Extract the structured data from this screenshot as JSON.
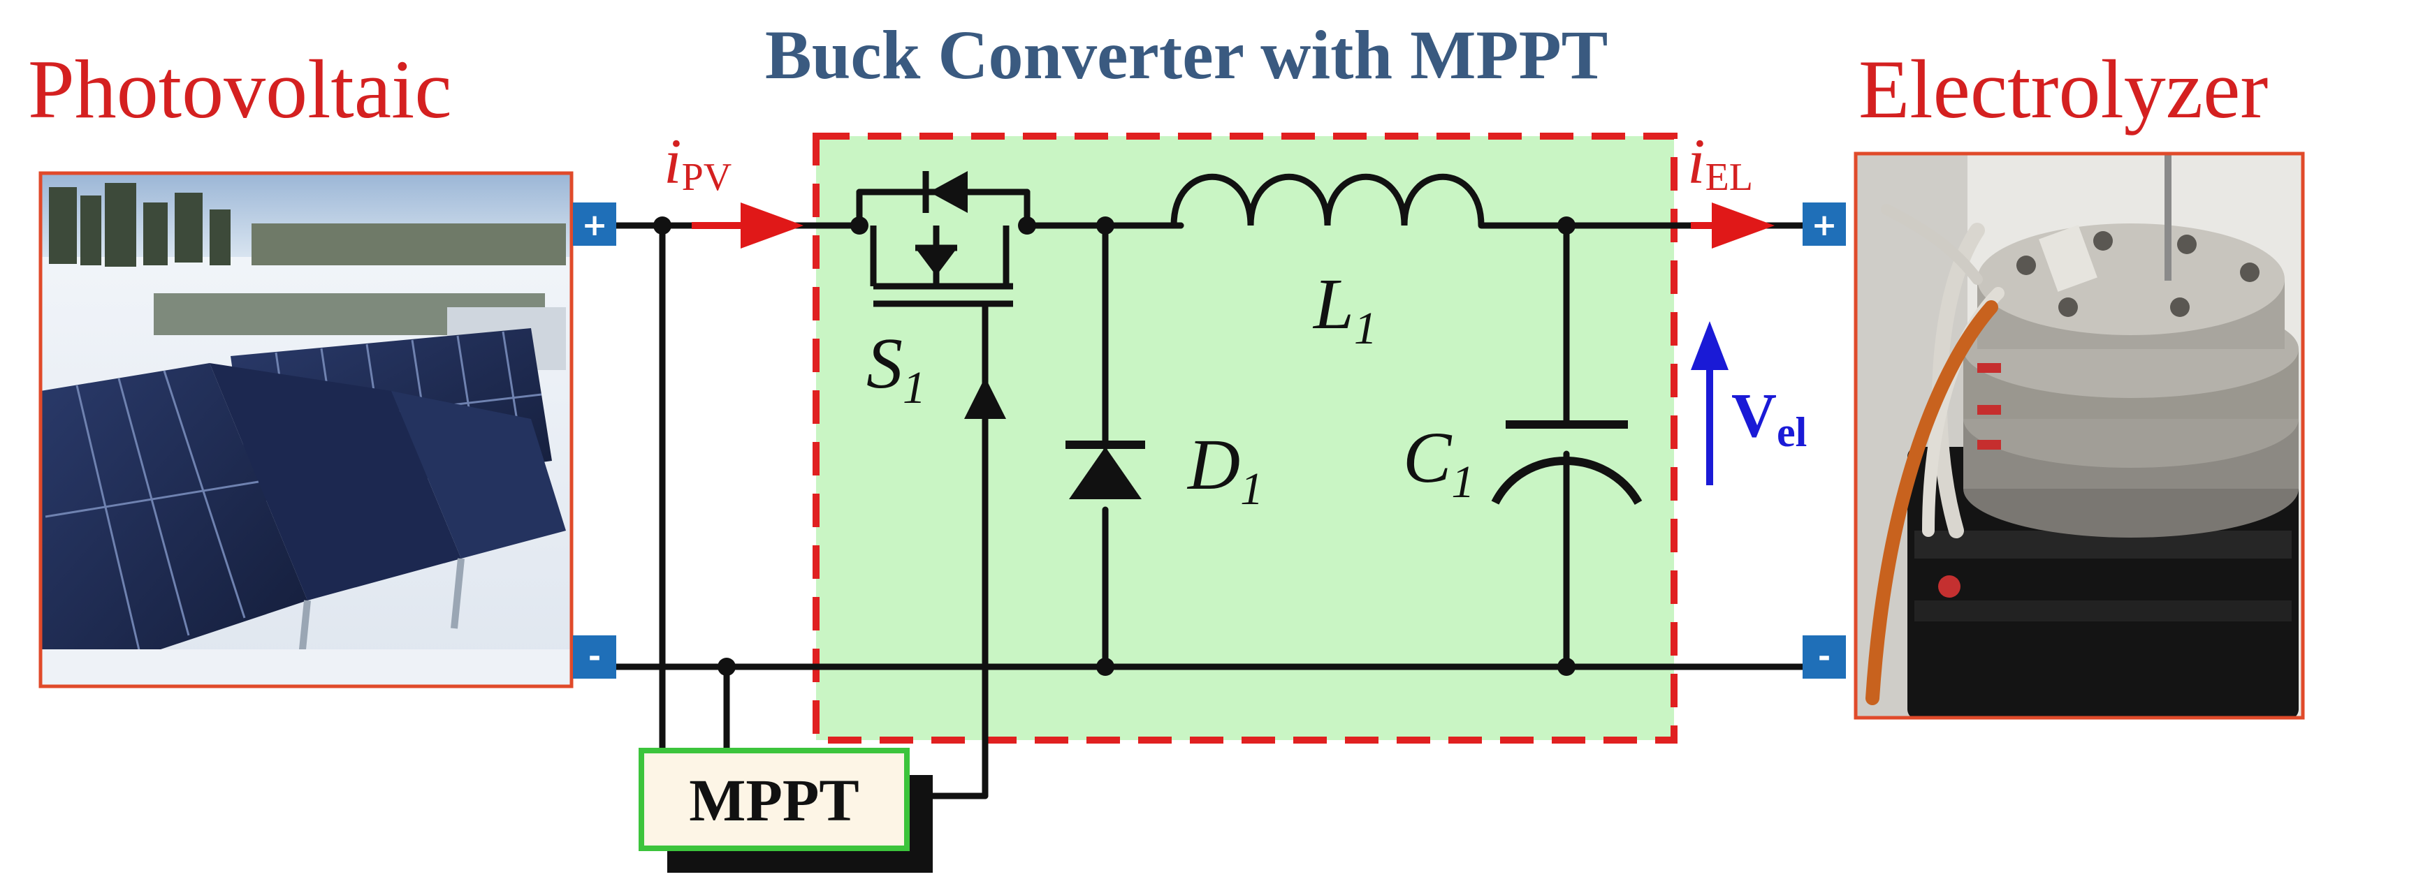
{
  "titles": {
    "photovoltaic": "Photovoltaic",
    "converter": "Buck Converter with MPPT",
    "electrolyzer": "Electrolyzer"
  },
  "currents": {
    "pv": {
      "symbol": "i",
      "sub": "PV"
    },
    "el": {
      "symbol": "i",
      "sub": "EL"
    }
  },
  "components": {
    "switch": {
      "symbol": "S",
      "sub": "1"
    },
    "diode": {
      "symbol": "D",
      "sub": "1"
    },
    "inductor": {
      "symbol": "L",
      "sub": "1"
    },
    "capacitor": {
      "symbol": "C",
      "sub": "1"
    }
  },
  "voltage": {
    "symbol": "V",
    "sub": "el"
  },
  "controller": {
    "label": "MPPT"
  },
  "terminals": {
    "plus": "+",
    "minus": "-"
  },
  "colors": {
    "title_red": "#d42020",
    "title_blue": "#3a5a80",
    "converter_fill": "#c9f5c4",
    "converter_border": "#e02020",
    "terminal_blue": "#1f6fb8",
    "mppt_border": "#3cc43c",
    "mppt_fill": "#fdf5e6",
    "voltage_arrow": "#1a1ad6",
    "wire": "#111111"
  }
}
